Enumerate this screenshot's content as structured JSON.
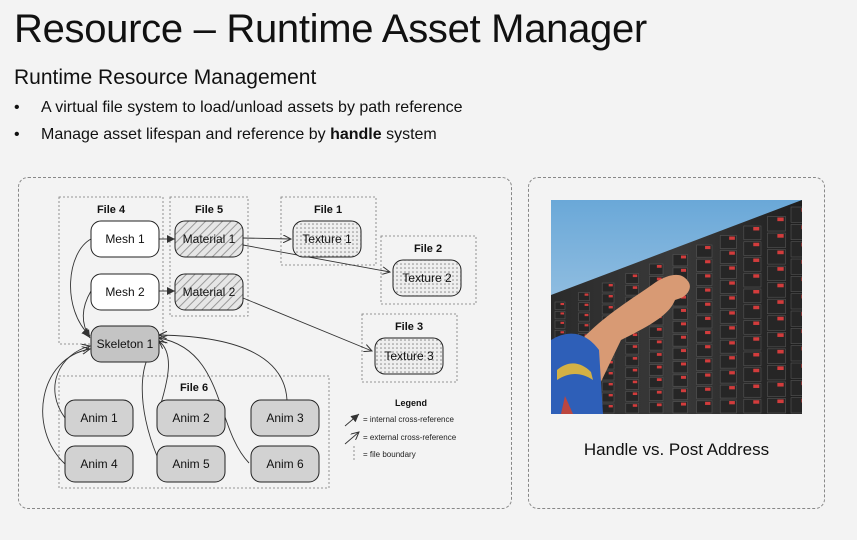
{
  "slide": {
    "title": "Resource – Runtime Asset Manager",
    "subtitle": "Runtime Resource Management",
    "bullet1": "A virtual file system to load/unload assets by path reference",
    "bullet2_pre": "Manage asset lifespan and reference by ",
    "bullet2_bold": "handle",
    "bullet2_post": " system"
  },
  "diagram": {
    "groups": {
      "file4": "File 4",
      "file5": "File 5",
      "file1": "File 1",
      "file2": "File 2",
      "file3": "File 3",
      "file6": "File 6"
    },
    "nodes": {
      "mesh1": "Mesh 1",
      "mesh2": "Mesh 2",
      "material1": "Material 1",
      "material2": "Material 2",
      "texture1": "Texture 1",
      "texture2": "Texture 2",
      "texture3": "Texture 3",
      "skeleton1": "Skeleton 1",
      "anim1": "Anim 1",
      "anim2": "Anim 2",
      "anim3": "Anim 3",
      "anim4": "Anim 4",
      "anim5": "Anim 5",
      "anim6": "Anim 6"
    },
    "legend": {
      "title": "Legend",
      "internal": "= internal cross-reference",
      "external": "= external cross-reference",
      "boundary": "= file boundary"
    }
  },
  "photo": {
    "caption": "Handle vs. Post Address"
  }
}
